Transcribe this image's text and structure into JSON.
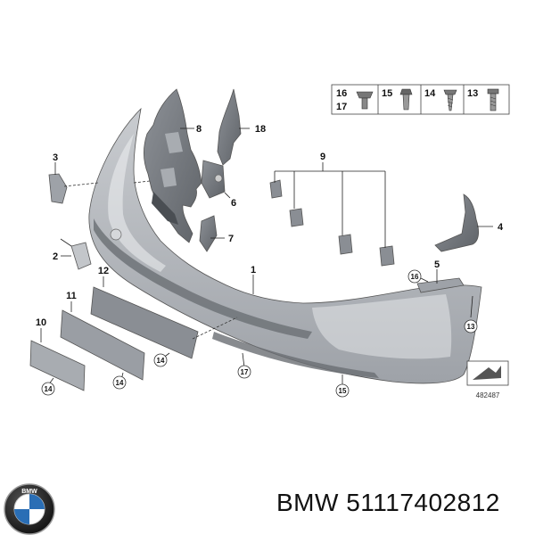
{
  "callouts": {
    "c1": "1",
    "c2": "2",
    "c3": "3",
    "c4": "4",
    "c5": "5",
    "c6": "6",
    "c7": "7",
    "c8": "8",
    "c9": "9",
    "c10": "10",
    "c11": "11",
    "c12": "12",
    "c13": "13",
    "c14a": "14",
    "c14b": "14",
    "c14c": "14",
    "c15": "15",
    "c16": "16",
    "c17": "17",
    "c18": "18"
  },
  "legend": {
    "a1": "16",
    "a2": "17",
    "b": "15",
    "c": "14",
    "d": "13"
  },
  "doc_number": "482487",
  "footer": {
    "brand_text": "BMW 51117402812"
  },
  "colors": {
    "part_fill": "#b4b8bd",
    "part_dark": "#7a7e84",
    "logo_blue": "#2a6eb5"
  }
}
